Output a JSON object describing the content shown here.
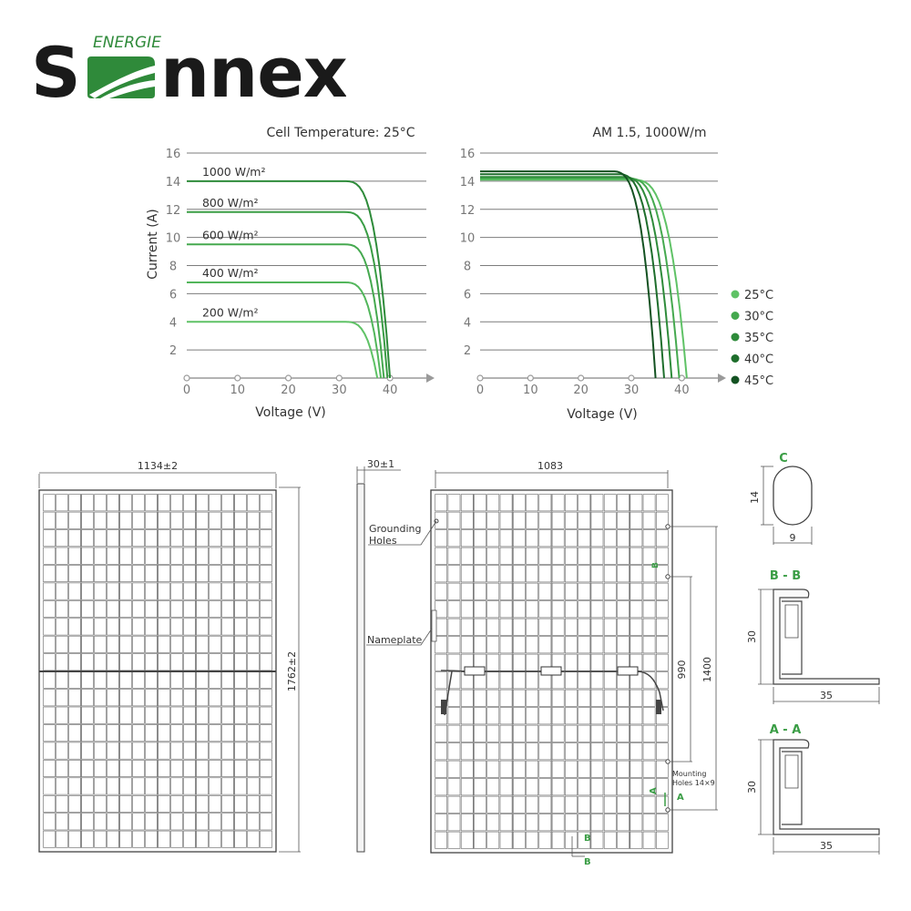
{
  "brand": {
    "top": "ENERGIE",
    "name": "Sonnex",
    "name_left": "S",
    "name_right": "nnex"
  },
  "chart_data": [
    {
      "type": "line",
      "title": "Cell Temperature: 25°C",
      "xlabel": "Voltage (V)",
      "ylabel": "Current (A)",
      "xlim": [
        0,
        45
      ],
      "ylim": [
        0,
        16
      ],
      "x_ticks": [
        0,
        10,
        20,
        30,
        40
      ],
      "y_ticks": [
        2,
        4,
        6,
        8,
        10,
        12,
        14,
        16
      ],
      "grid": true,
      "series": [
        {
          "name": "1000 W/m²",
          "isc": 14.0,
          "knee_v": 31,
          "voc": 40.0,
          "label_at": 2.5,
          "color": "#2e8b3a"
        },
        {
          "name": "800 W/m²",
          "isc": 11.8,
          "knee_v": 31,
          "voc": 39.5,
          "label_at": 2.5,
          "color": "#3a9d45"
        },
        {
          "name": "600 W/m²",
          "isc": 9.5,
          "knee_v": 31,
          "voc": 38.8,
          "label_at": 2.5,
          "color": "#45a94f"
        },
        {
          "name": "400 W/m²",
          "isc": 6.8,
          "knee_v": 31,
          "voc": 38.2,
          "label_at": 2.5,
          "color": "#52b65b"
        },
        {
          "name": "200 W/m²",
          "isc": 4.0,
          "knee_v": 31,
          "voc": 37.5,
          "label_at": 2.5,
          "color": "#5fc266"
        }
      ]
    },
    {
      "type": "line",
      "title": "AM 1.5, 1000W/m",
      "xlabel": "Voltage (V)",
      "ylabel": "",
      "xlim": [
        0,
        45
      ],
      "ylim": [
        0,
        16
      ],
      "x_ticks": [
        0,
        10,
        20,
        30,
        40
      ],
      "y_ticks": [
        2,
        4,
        6,
        8,
        10,
        12,
        14,
        16
      ],
      "grid": true,
      "legend": "right",
      "series": [
        {
          "name": "25°C",
          "isc": 14.1,
          "knee_v": 30,
          "voc": 41.0,
          "color": "#5fc266"
        },
        {
          "name": "30°C",
          "isc": 14.2,
          "knee_v": 29,
          "voc": 39.5,
          "color": "#45a94f"
        },
        {
          "name": "35°C",
          "isc": 14.3,
          "knee_v": 28,
          "voc": 38.0,
          "color": "#2e8b3a"
        },
        {
          "name": "40°C",
          "isc": 14.5,
          "knee_v": 27,
          "voc": 36.5,
          "color": "#1e6e2c"
        },
        {
          "name": "45°C",
          "isc": 14.7,
          "knee_v": 26,
          "voc": 34.8,
          "color": "#145222"
        }
      ]
    }
  ],
  "drawings": {
    "front_width": "1134±2",
    "front_height": "1762±2",
    "side_thickness": "30±1",
    "back_width": "1083",
    "dim_990": "990",
    "dim_1400": "1400",
    "grounding_holes": [
      "Grounding",
      "Holes"
    ],
    "nameplate": "Nameplate",
    "mounting_holes": [
      "Mounting",
      "Holes 14×9"
    ],
    "label_a": "A",
    "label_b": "B",
    "section_c": "C",
    "section_c_h": "14",
    "section_c_w": "9",
    "section_bb": "B - B",
    "section_aa": "A - A",
    "frame_h": "30",
    "frame_w": "35"
  }
}
